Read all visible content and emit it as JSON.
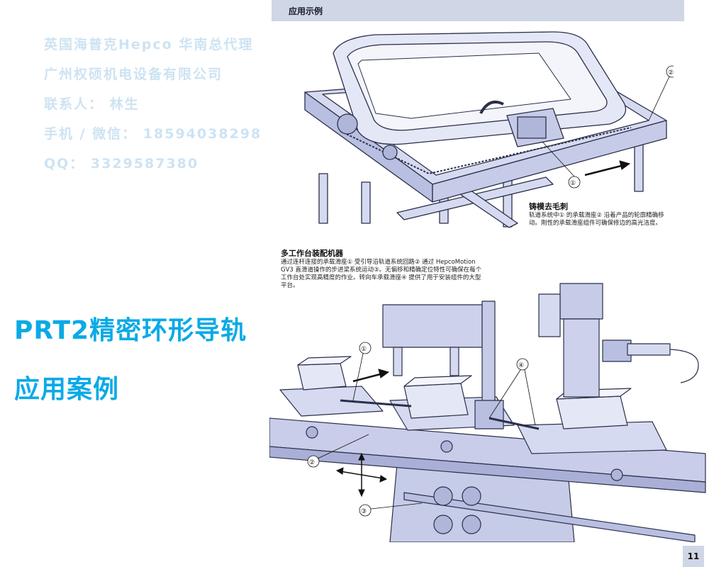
{
  "header": {
    "section_label": "应用示例"
  },
  "watermark": {
    "lines": [
      "英国海普克Hepco 华南总代理",
      "广州权硕机电设备有限公司",
      "联系人： 林生",
      "手机 / 微信： 18594038298",
      "QQ： 3329587380"
    ]
  },
  "main_title": {
    "line1": "PRT2精密环形导轨",
    "line2": "应用案例"
  },
  "example_casting": {
    "title": "铸模去毛刺",
    "text": [
      "轨道系统中① 的承载滑座② 沿着产品的轮廓精确移",
      "动。刚性的承载滑座组件可确保修边的高光洁度。"
    ]
  },
  "example_assembly": {
    "title": "多工作台装配机器",
    "text": [
      "通过连杆连接的承载滑座①  受引导沿轨道系统回路②  通过 HepcoMotion",
      "GV3 直滑道操作的步进梁系统运动③。无偏移和精确定位特性可确保在每个",
      "工作台处实现高精度的作业。转向车承载滑座④ 提供了用于安装组件的大型",
      "平台。"
    ]
  },
  "callouts": {
    "top": [
      "①",
      "②"
    ],
    "bottom": [
      "①",
      "②",
      "③",
      "④"
    ]
  },
  "footer": {
    "page_number": "11"
  },
  "colors": {
    "header_bg": "#cfd6e6",
    "title_blue": "#0aaae6",
    "watermark": "#cde3f2",
    "line_art": "#2a2f4a",
    "fill_light": "#d6daf0"
  }
}
